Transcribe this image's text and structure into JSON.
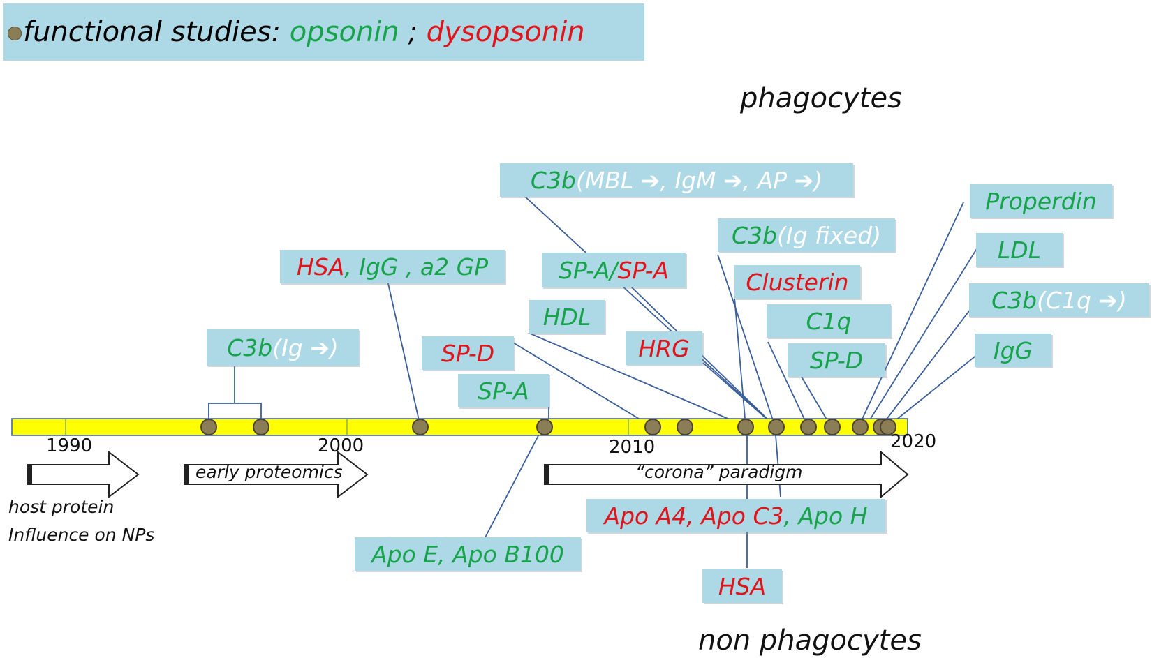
{
  "legend": {
    "prefix": "functional studies: ",
    "opsonin": "opsonin",
    "sep": " ; ",
    "dysopsonin": "dysopsonin",
    "opsonin_color": "#17a34a",
    "dysopsonin_color": "#e0141b"
  },
  "headings": {
    "top": "phagocytes",
    "bottom": "non phagocytes"
  },
  "timeline": {
    "years": [
      "1990",
      "2000",
      "2010",
      "2020"
    ],
    "bar_color": "#FFFF00",
    "dot_color": "#8B7D55"
  },
  "eras": {
    "host": {
      "line1": "host protein",
      "line2": "Influence on NPs"
    },
    "early": "early proteomics",
    "corona": "“corona” paradigm"
  },
  "labels": {
    "c3b_ig": {
      "a": "C3b",
      "b": " (Ig ➔)"
    },
    "hsa_igg_a2gp": {
      "a": "HSA",
      "b": ", IgG , a2 GP"
    },
    "spd_low": "SP-D",
    "spa_low": "SP-A",
    "hdl": "HDL",
    "c3b_mbl": {
      "a": "C3b",
      "b": " (MBL ➔, IgM ➔, AP ➔)"
    },
    "spa_spa": {
      "a": "SP-A/",
      "b": "SP-A"
    },
    "hrg": "HRG",
    "c3b_igfixed": {
      "a": "C3b",
      "b": " (Ig fixed)"
    },
    "clusterin": "Clusterin",
    "c1q": "C1q",
    "spd_high": "SP-D",
    "properdin": "Properdin",
    "ldl": "LDL",
    "c3b_c1q": {
      "a": "C3b",
      "b": " (C1q ➔)"
    },
    "igg": "IgG",
    "apoe": "Apo E, Apo B100",
    "apoa4": {
      "a": "Apo A4, Apo C3",
      "b": ", Apo H"
    },
    "hsa_low": "HSA"
  }
}
